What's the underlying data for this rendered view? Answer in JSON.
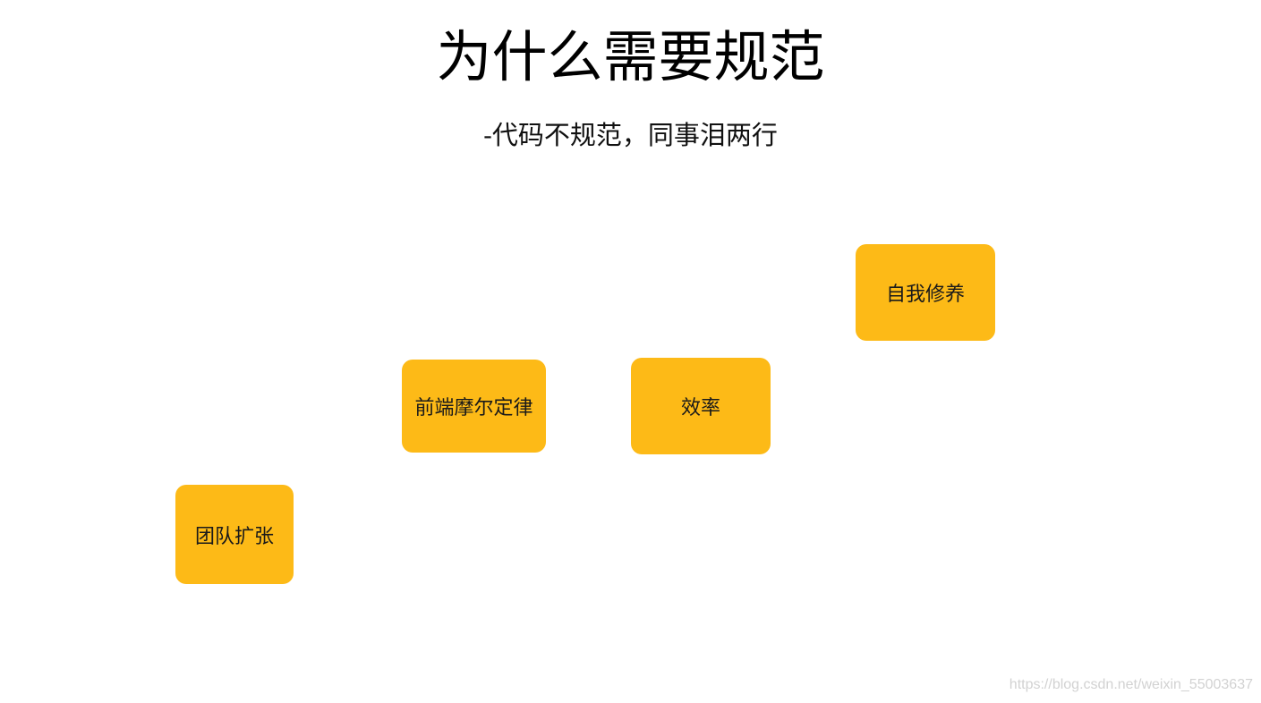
{
  "slide": {
    "title": "为什么需要规范",
    "subtitle": "-代码不规范，同事泪两行"
  },
  "boxes": [
    {
      "label": "团队扩张"
    },
    {
      "label": "前端摩尔定律"
    },
    {
      "label": "效率"
    },
    {
      "label": "自我修养"
    }
  ],
  "watermark": "https://blog.csdn.net/weixin_55003637",
  "colors": {
    "box_fill": "#FDBA17",
    "background": "#FFFFFF"
  }
}
